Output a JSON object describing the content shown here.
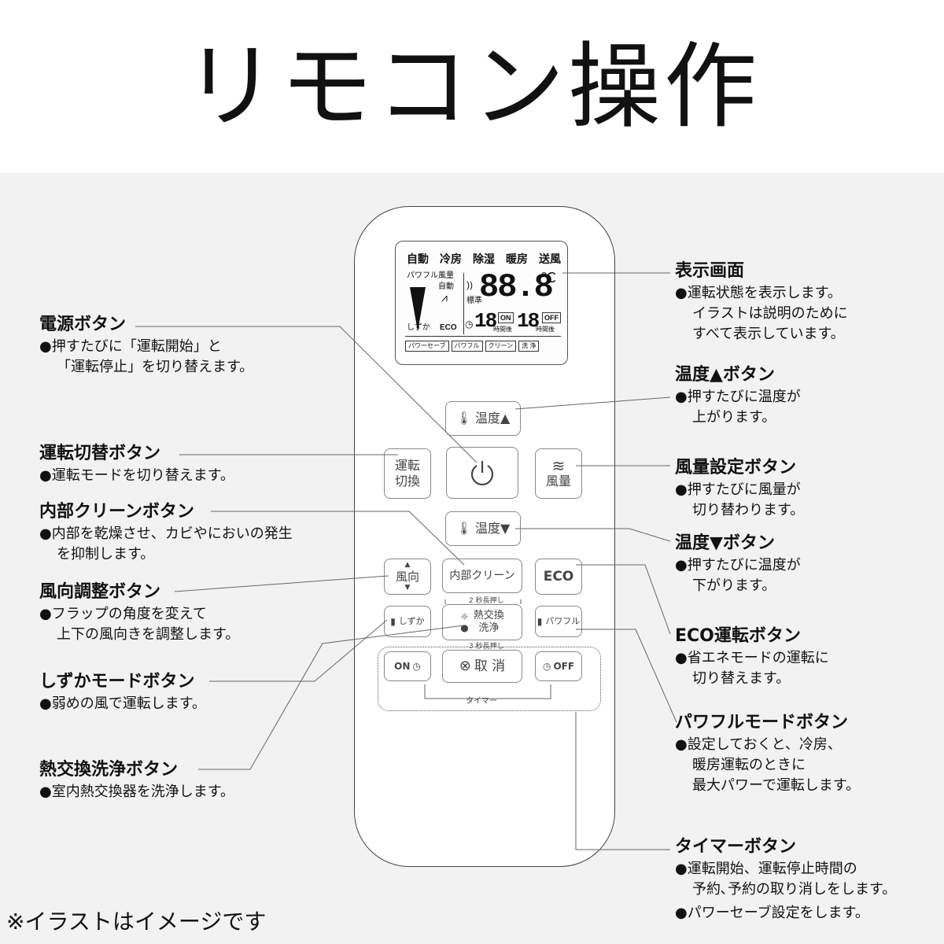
{
  "title": "リモコン操作",
  "note": "※イラストはイメージです",
  "lcd": {
    "modes": [
      "自動",
      "冷房",
      "除湿",
      "暖房",
      "送風"
    ],
    "powerful": "パワフル",
    "fan": "風量",
    "auto": "自動",
    "quiet": "しずか",
    "eco": "ECO",
    "standard": "標準",
    "temp_display": "88.8",
    "celsius": "℃",
    "timer_on_value": "18",
    "timer_off_value": "18",
    "on": "ON",
    "off": "OFF",
    "hours_after_1": "時間後",
    "hours_after_2": "時間後",
    "bottom": [
      "パワーセーブ",
      "パワフル",
      "クリーン",
      "洗 浄"
    ]
  },
  "buttons": {
    "temp_up": "温度▲",
    "temp_down": "温度▼",
    "mode_line1": "運転",
    "mode_line2": "切換",
    "fan_symbol": "≋",
    "fan": "風量",
    "direction": "風向",
    "inner_clean": "内部クリーン",
    "inner_clean_sub": "2 秒長押し",
    "eco": "ECO",
    "quiet": "しずか",
    "heat_line1": "熱交換",
    "heat_line2": "洗浄",
    "heat_sub": "3 秒長押し",
    "powerful": "パワフル",
    "timer_on": "ON",
    "cancel": "取 消",
    "timer_off": "OFF",
    "timer_label": "タイマー"
  },
  "annotations": {
    "power": {
      "title": "電源ボタン",
      "lines": [
        "●押すたびに「運転開始」と",
        "「運転停止」を切り替えます。"
      ]
    },
    "mode": {
      "title": "運転切替ボタン",
      "lines": [
        "●運転モードを切り替えます。"
      ]
    },
    "inner_clean": {
      "title": "内部クリーンボタン",
      "lines": [
        "●内部を乾燥させ、カビやにおいの発生",
        "を抑制します。"
      ]
    },
    "direction": {
      "title": "風向調整ボタン",
      "lines": [
        "●フラップの角度を変えて",
        "上下の風向きを調整します。"
      ]
    },
    "quiet": {
      "title": "しずかモードボタン",
      "lines": [
        "●弱めの風で運転します。"
      ]
    },
    "heat": {
      "title": "熱交換洗浄ボタン",
      "lines": [
        "●室内熱交換器を洗浄します。"
      ]
    },
    "display": {
      "title": "表示画面",
      "lines": [
        "●運転状態を表示します。",
        "イラストは説明のために",
        "すべて表示しています。"
      ]
    },
    "temp_up": {
      "title": "温度▲ボタン",
      "lines": [
        "●押すたびに温度が",
        "上がります。"
      ]
    },
    "fan": {
      "title": "風量設定ボタン",
      "lines": [
        "●押すたびに風量が",
        "切り替わります。"
      ]
    },
    "temp_down": {
      "title": "温度▼ボタン",
      "lines": [
        "●押すたびに温度が",
        "下がります。"
      ]
    },
    "eco": {
      "title": "ECO運転ボタン",
      "lines": [
        "●省エネモードの運転に",
        "切り替えます。"
      ]
    },
    "powerful": {
      "title": "パワフルモードボタン",
      "lines": [
        "●設定しておくと、冷房、",
        "暖房運転のときに",
        "最大パワーで運転します。"
      ]
    },
    "timer": {
      "title": "タイマーボタン",
      "lines": [
        "●運転開始、運転停止時間の",
        "予約､予約の取り消しをします。",
        "●パワーセーブ設定をします。"
      ]
    }
  }
}
